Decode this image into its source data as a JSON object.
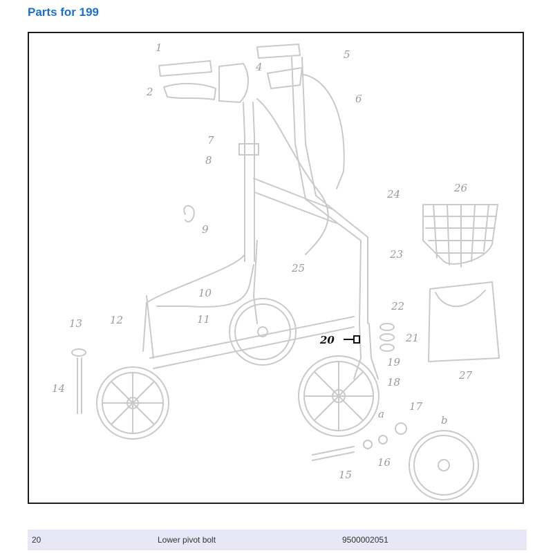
{
  "page_title": "Parts for 199",
  "diagram": {
    "callouts": [
      "1",
      "2",
      "4",
      "5",
      "6",
      "7",
      "8",
      "9",
      "10",
      "11",
      "12",
      "13",
      "14",
      "15",
      "16",
      "17",
      "18",
      "19",
      "20",
      "21",
      "22",
      "23",
      "24",
      "25",
      "26",
      "27",
      "a",
      "b"
    ],
    "highlighted_callout": "20"
  },
  "parts_table": {
    "rows": [
      {
        "number": "20",
        "description": "Lower pivot bolt",
        "part_code": "9500002051"
      }
    ]
  }
}
